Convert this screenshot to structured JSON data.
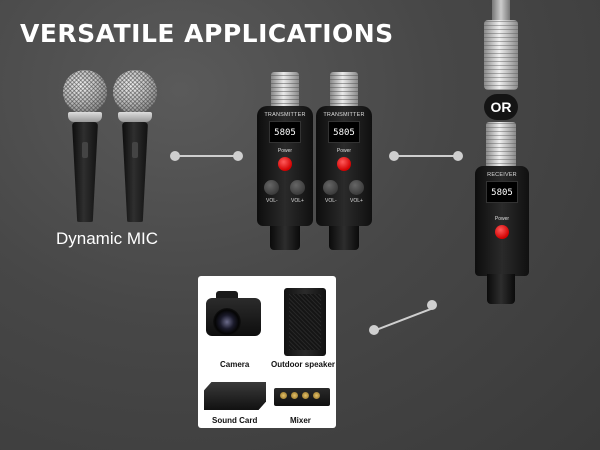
{
  "header": {
    "title": "VERSATILE APPLICATIONS"
  },
  "microphones": {
    "label": "Dynamic MIC"
  },
  "transmitter": {
    "label": "TRANSMITTER",
    "screen": "5805",
    "power_label": "Power",
    "vol_minus": "VOL-",
    "vol_plus": "VOL+"
  },
  "receiver": {
    "label": "RECEIVER",
    "screen": "5805",
    "power_label": "Power",
    "or_label": "OR"
  },
  "devices": {
    "camera": "Camera",
    "speaker": "Outdoor speaker",
    "sound_card": "Sound Card",
    "mixer": "Mixer"
  },
  "colors": {
    "background": "#474747",
    "power_button": "#e00000",
    "connector": "#cfcfcf"
  }
}
